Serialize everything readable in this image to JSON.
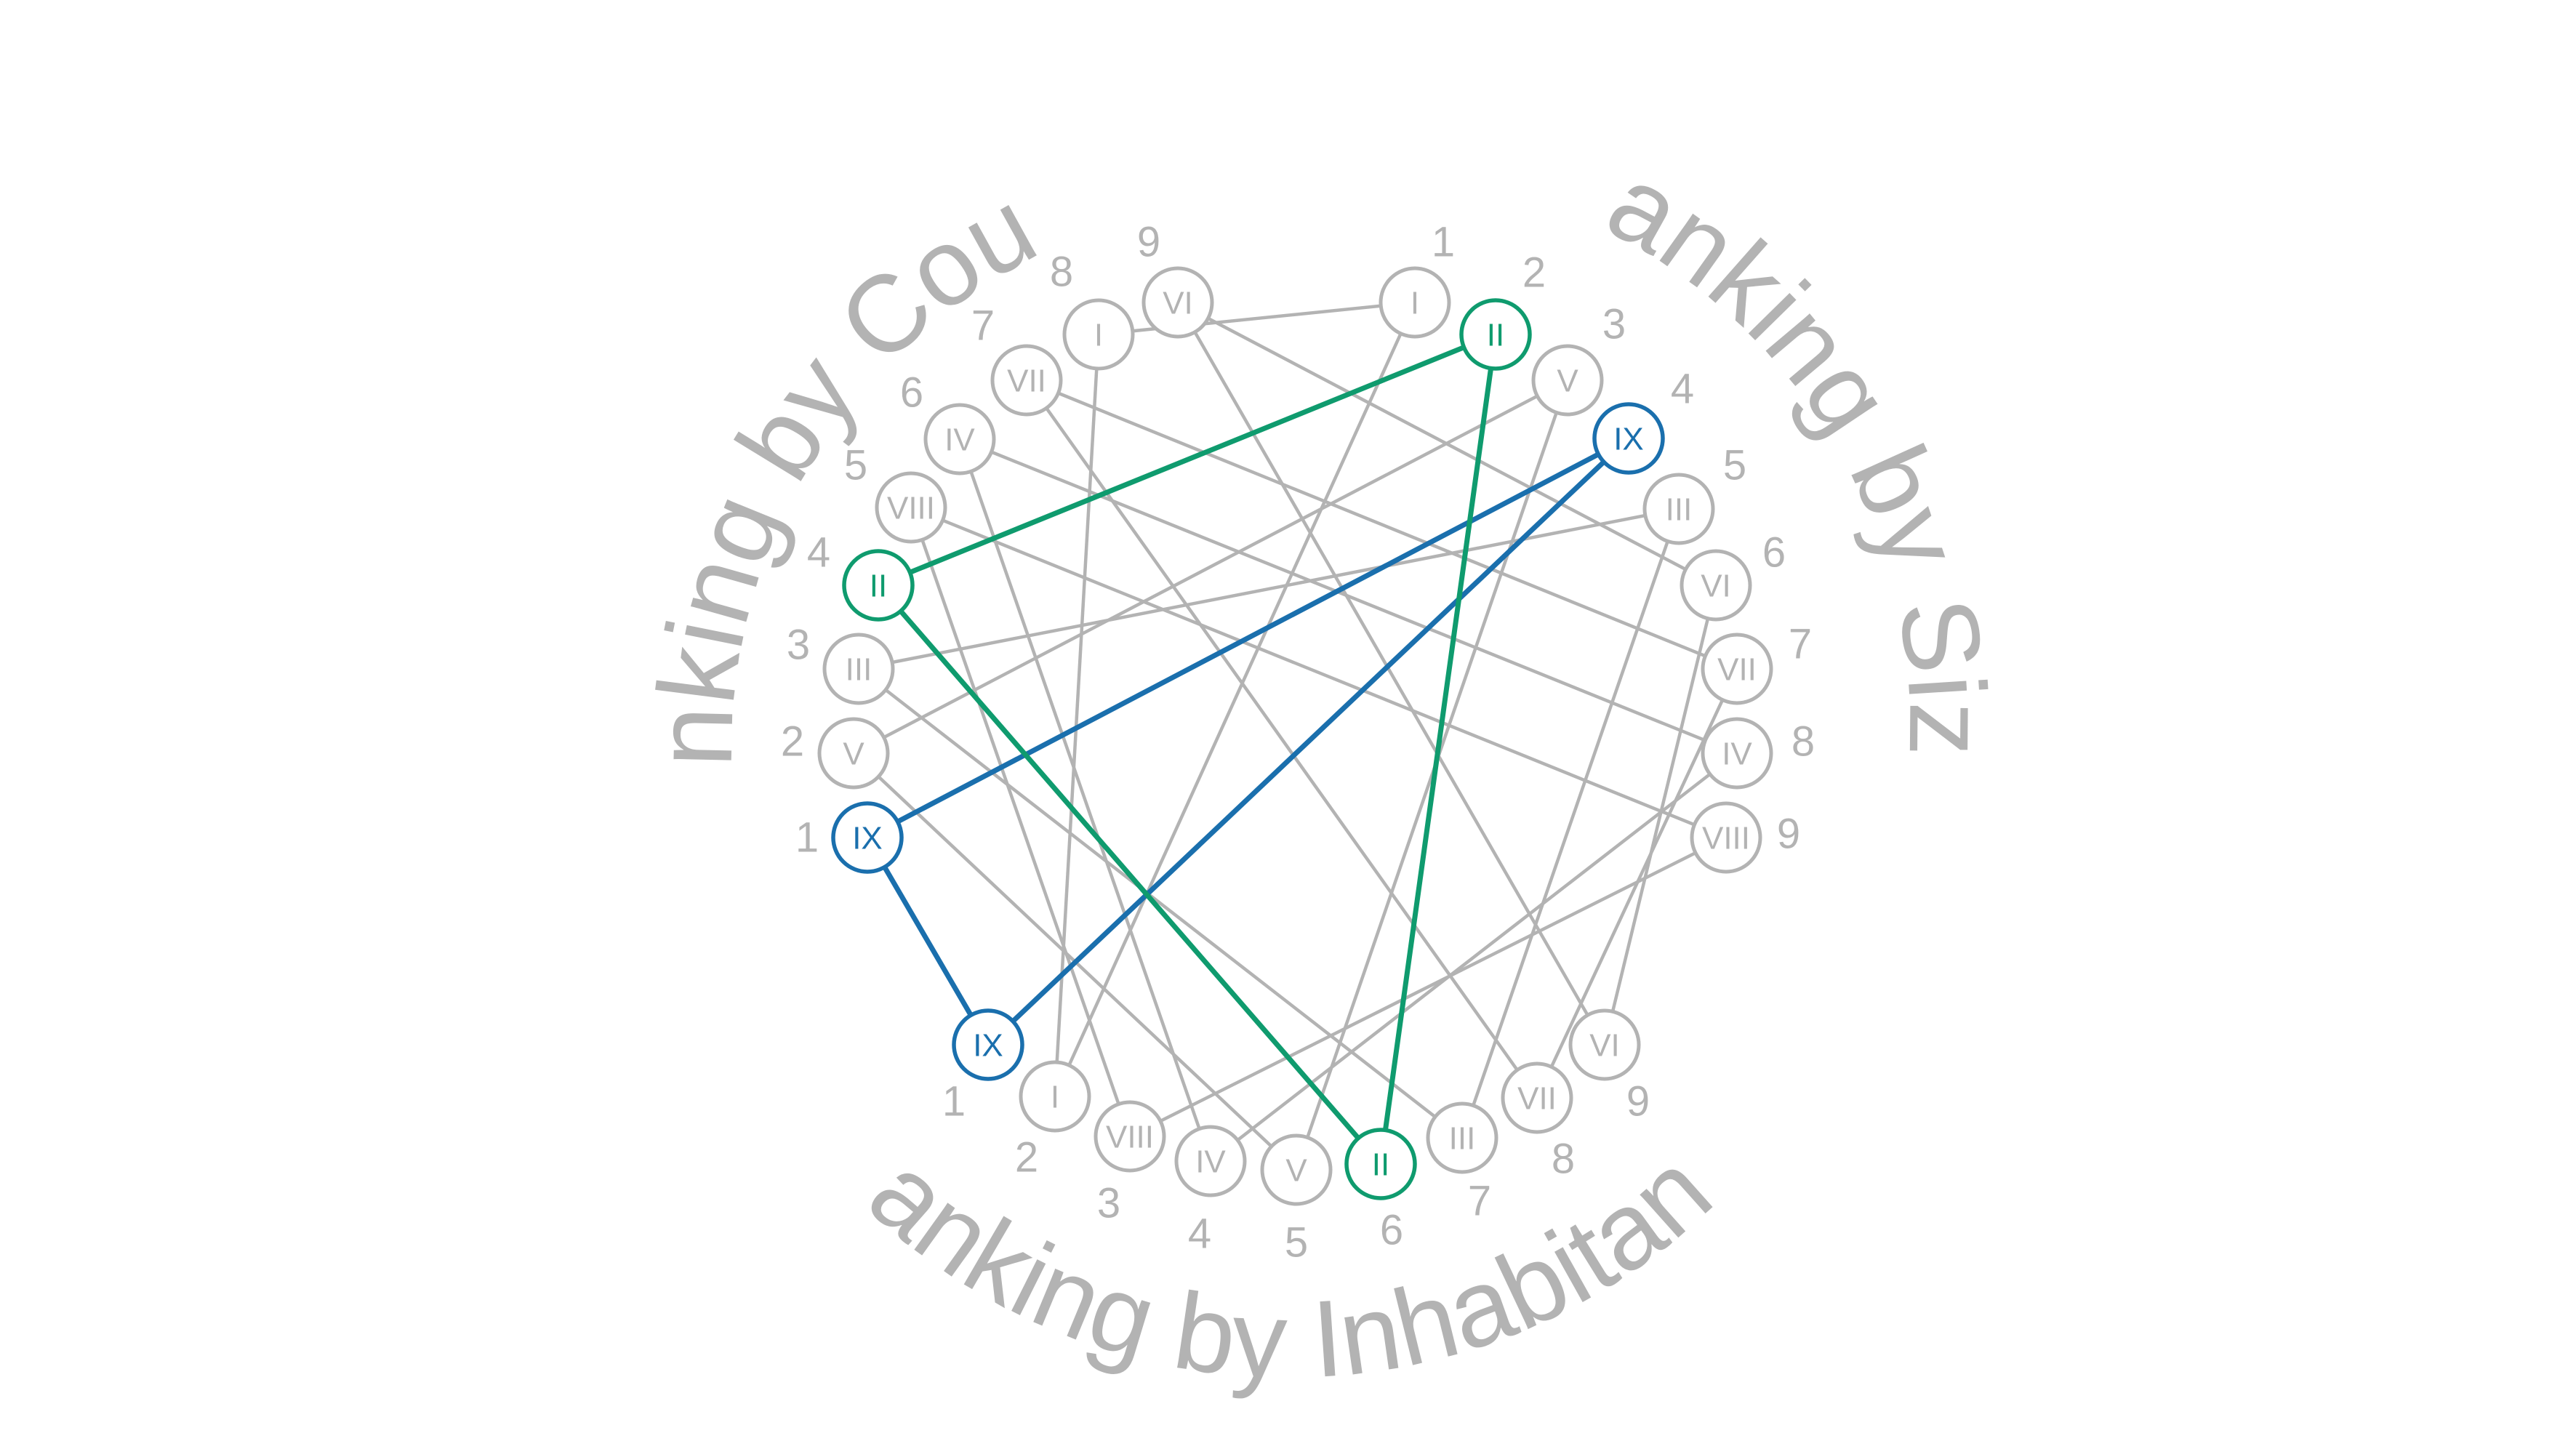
{
  "axes": [
    {
      "id": "counts",
      "title": "Ranking by Counts",
      "ranks": [
        {
          "rank": "1",
          "district": "IX"
        },
        {
          "rank": "2",
          "district": "V"
        },
        {
          "rank": "3",
          "district": "III"
        },
        {
          "rank": "4",
          "district": "II"
        },
        {
          "rank": "5",
          "district": "VIII"
        },
        {
          "rank": "6",
          "district": "IV"
        },
        {
          "rank": "7",
          "district": "VII"
        },
        {
          "rank": "8",
          "district": "I"
        },
        {
          "rank": "9",
          "district": "VI"
        }
      ]
    },
    {
      "id": "size",
      "title": "Ranking by Size",
      "ranks": [
        {
          "rank": "1",
          "district": "I"
        },
        {
          "rank": "2",
          "district": "II"
        },
        {
          "rank": "3",
          "district": "V"
        },
        {
          "rank": "4",
          "district": "IX"
        },
        {
          "rank": "5",
          "district": "III"
        },
        {
          "rank": "6",
          "district": "VI"
        },
        {
          "rank": "7",
          "district": "VII"
        },
        {
          "rank": "8",
          "district": "IV"
        },
        {
          "rank": "9",
          "district": "VIII"
        }
      ]
    },
    {
      "id": "inhabitants",
      "title": "Ranking by Inhabitants",
      "ranks": [
        {
          "rank": "1",
          "district": "IX"
        },
        {
          "rank": "2",
          "district": "I"
        },
        {
          "rank": "3",
          "district": "VIII"
        },
        {
          "rank": "4",
          "district": "IV"
        },
        {
          "rank": "5",
          "district": "V"
        },
        {
          "rank": "6",
          "district": "II"
        },
        {
          "rank": "7",
          "district": "III"
        },
        {
          "rank": "8",
          "district": "VII"
        },
        {
          "rank": "9",
          "district": "VI"
        }
      ]
    }
  ],
  "highlight": {
    "II": "#0f9b6e",
    "IX": "#1a6fad"
  },
  "colors": {
    "default": "#b3b3b3"
  }
}
